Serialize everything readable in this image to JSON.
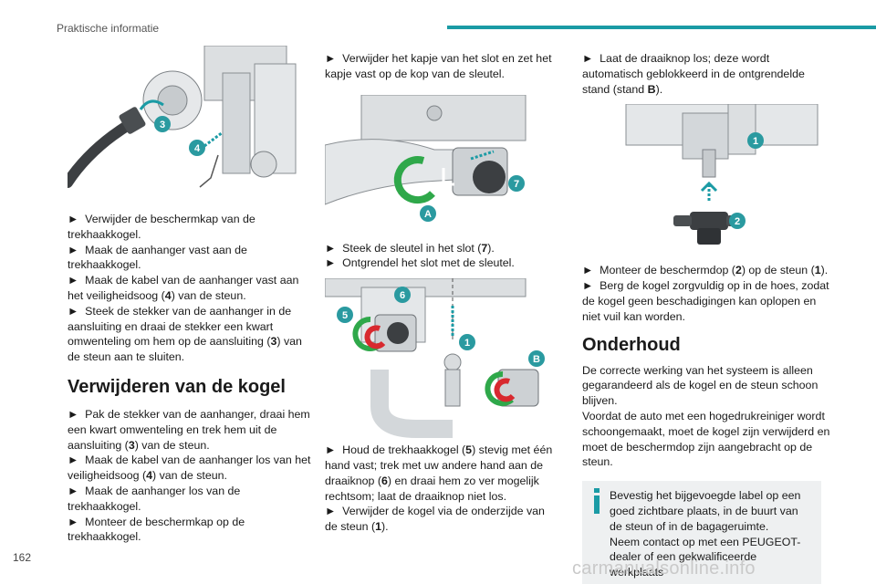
{
  "header": {
    "section": "Praktische informatie"
  },
  "footer": {
    "page_number": "162",
    "watermark": "carmanualsonline.info"
  },
  "col1": {
    "figure_labels": [
      "3",
      "4"
    ],
    "p1": "Verwijder de beschermkap van de trekhaakkogel.",
    "p2": "Maak de aanhanger vast aan de trekhaakkogel.",
    "p3a": "Maak de kabel van de aanhanger vast aan het veiligheidsoog (",
    "p3b": "4",
    "p3c": ") van de steun.",
    "p4a": "Steek de stekker van de aanhanger in de aansluiting en draai de stekker een kwart omwenteling om hem op de aansluiting (",
    "p4b": "3",
    "p4c": ") van de steun aan te sluiten.",
    "heading": "Verwijderen van de kogel",
    "r1a": "Pak de stekker van de aanhanger, draai hem een kwart omwenteling en trek hem uit de aansluiting (",
    "r1b": "3",
    "r1c": ") van de steun.",
    "r2a": "Maak de kabel van de aanhanger los van het veiligheidsoog (",
    "r2b": "4",
    "r2c": ") van de steun.",
    "r3": "Maak de aanhanger los van de trekhaakkogel.",
    "r4": "Monteer de beschermkap op de trekhaakkogel."
  },
  "col2": {
    "fig1_labels": [
      "7",
      "A"
    ],
    "fig2_labels": [
      "5",
      "6",
      "1",
      "B"
    ],
    "p1": "Verwijder het kapje van het slot en zet het kapje vast op de kop van de sleutel.",
    "p2a": "Steek de sleutel in het slot (",
    "p2b": "7",
    "p2c": ").",
    "p3": "Ontgrendel het slot met de sleutel.",
    "p4a": "Houd de trekhaakkogel (",
    "p4b": "5",
    "p4c": ") stevig met één hand vast; trek met uw andere hand aan de draaiknop (",
    "p4d": "6",
    "p4e": ") en draai hem zo ver mogelijk rechtsom; laat de draaiknop niet los.",
    "p5a": "Verwijder de kogel via de onderzijde van de steun (",
    "p5b": "1",
    "p5c": ")."
  },
  "col3": {
    "fig_labels": [
      "1",
      "2"
    ],
    "p1a": "Laat de draaiknop los; deze wordt automatisch geblokkeerd in de ontgrendelde stand (stand ",
    "p1b": "B",
    "p1c": ").",
    "p2a": "Monteer de beschermdop (",
    "p2b": "2",
    "p2c": ") op de steun (",
    "p2d": "1",
    "p2e": ").",
    "p3": "Berg de kogel zorgvuldig op in de hoes, zodat de kogel geen beschadigingen kan oplopen en niet vuil kan worden.",
    "heading": "Onderhoud",
    "m1": "De correcte werking van het systeem is alleen gegarandeerd als de kogel en de steun schoon blijven.",
    "m2": "Voordat de auto met een hogedrukreiniger wordt schoongemaakt, moet de kogel zijn verwijderd en moet de beschermdop zijn aangebracht op de steun.",
    "info1": "Bevestig het bijgevoegde label op een goed zichtbare plaats, in de buurt van de steun of in de bagageruimte.",
    "info2": "Neem contact op met een PEUGEOT-dealer of een gekwalificeerde werkplaats"
  },
  "colors": {
    "accent": "#1b9ba5",
    "label_teal": "#2a9aa0",
    "arrow_green": "#2fa84a",
    "arrow_red": "#d8292f"
  }
}
